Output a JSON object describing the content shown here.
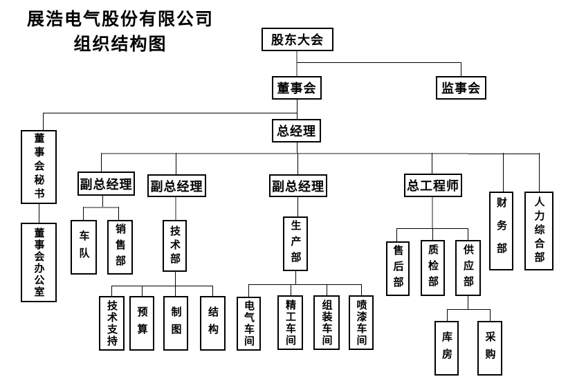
{
  "title": {
    "line1": "展浩电气股份有限公司",
    "line2": "组织结构图"
  },
  "nodes": {
    "shareholders": "股东大会",
    "board": "董事会",
    "supervisory": "监事会",
    "general_manager": "总经理",
    "board_secretary": "董事会秘书",
    "board_office": "董事会办公室",
    "deputy_gm_1": "副总经理",
    "deputy_gm_2": "副总经理",
    "deputy_gm_3": "副总经理",
    "chief_engineer": "总工程师",
    "fleet": "车队",
    "sales_dept": "销售部",
    "tech_dept": "技术部",
    "tech_support": "技术支持",
    "budget": "预算",
    "drafting": "制图",
    "structure": "结构",
    "production_dept": "生产部",
    "electrical_workshop": "电气车间",
    "precision_workshop": "精工车间",
    "assembly_workshop": "组装车间",
    "painting_workshop": "喷漆车间",
    "after_sales_dept": "售后部",
    "quality_dept": "质检部",
    "supply_dept": "供应部",
    "warehouse": "库房",
    "purchasing": "采购",
    "finance_dept": "财务部",
    "hr_general_dept": "人力综合部"
  },
  "hierarchy": {
    "shareholders": [
      "board",
      "supervisory"
    ],
    "board": [
      "general_manager",
      "board_secretary"
    ],
    "board_secretary": [
      "board_office"
    ],
    "general_manager": [
      "deputy_gm_1",
      "deputy_gm_2",
      "deputy_gm_3",
      "chief_engineer",
      "finance_dept",
      "hr_general_dept"
    ],
    "deputy_gm_1": [
      "fleet",
      "sales_dept"
    ],
    "deputy_gm_2": [
      "tech_dept"
    ],
    "tech_dept": [
      "tech_support",
      "budget",
      "drafting",
      "structure"
    ],
    "deputy_gm_3": [
      "production_dept"
    ],
    "production_dept": [
      "electrical_workshop",
      "precision_workshop",
      "assembly_workshop",
      "painting_workshop"
    ],
    "chief_engineer": [
      "after_sales_dept",
      "quality_dept",
      "supply_dept"
    ],
    "supply_dept": [
      "warehouse",
      "purchasing"
    ]
  },
  "colors": {
    "background": "#ffffff",
    "box_border": "#000000",
    "text": "#000000",
    "line": "#000000",
    "line_gray": "#8f8f8f"
  }
}
